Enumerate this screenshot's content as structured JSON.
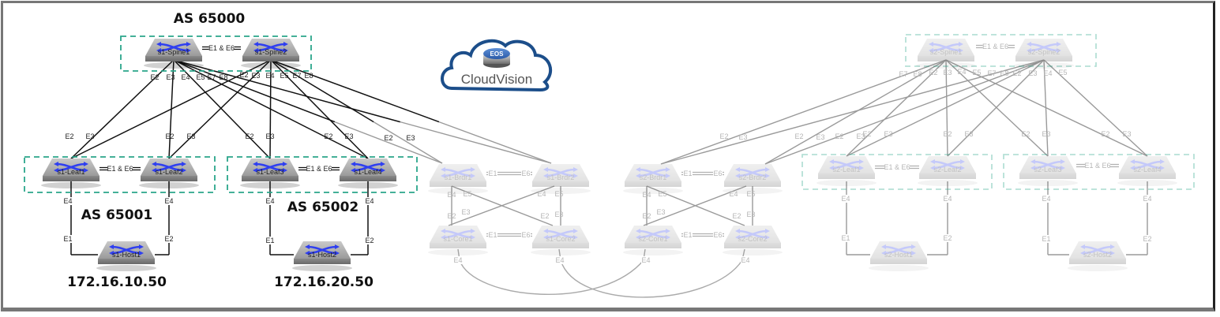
{
  "headings": {
    "as_spine": "AS 65000",
    "as_leaf_pair1": "AS 65001",
    "as_leaf_pair2": "AS 65002",
    "host1_ip": "172.16.10.50",
    "host2_ip": "172.16.20.50"
  },
  "cloudvision": {
    "badge": "EOS",
    "label": "CloudVision",
    "outline_color": "#1c4e8a"
  },
  "colors": {
    "active_link": "#111111",
    "inactive_link": "#9a9a9a",
    "group_border": "#2aa58a",
    "switch_arrow": "#2f3ff0"
  },
  "site1": {
    "spines": [
      "s1-Spine1",
      "s1-Spine2"
    ],
    "leaves": [
      "s1-Leaf1",
      "s1-Leaf2",
      "s1-Leaf3",
      "s1-Leaf4"
    ],
    "hosts": [
      "s1-Host1",
      "s1-Host2"
    ],
    "borders": [
      "s1-Brdr1",
      "s1-Brdr2"
    ],
    "cores": [
      "s1-Core1",
      "s1-Core2"
    ]
  },
  "site2": {
    "spines": [
      "s2-Spine1",
      "s2-Spine2"
    ],
    "leaves": [
      "s2-Leaf1",
      "s2-Leaf2",
      "s2-Leaf3",
      "s2-Leaf4"
    ],
    "hosts": [
      "s2-Host1",
      "s2-Host2"
    ],
    "borders": [
      "s2-Brdr1",
      "s2-Brdr2"
    ],
    "cores": [
      "s2-Core1",
      "s2-Core2"
    ]
  },
  "ports": {
    "mlag_peer": "E1 & E6",
    "E1": "E1",
    "E2": "E2",
    "E3": "E3",
    "E4": "E4",
    "E5": "E5",
    "E6": "E6",
    "E7": "E7",
    "E8": "E8"
  }
}
